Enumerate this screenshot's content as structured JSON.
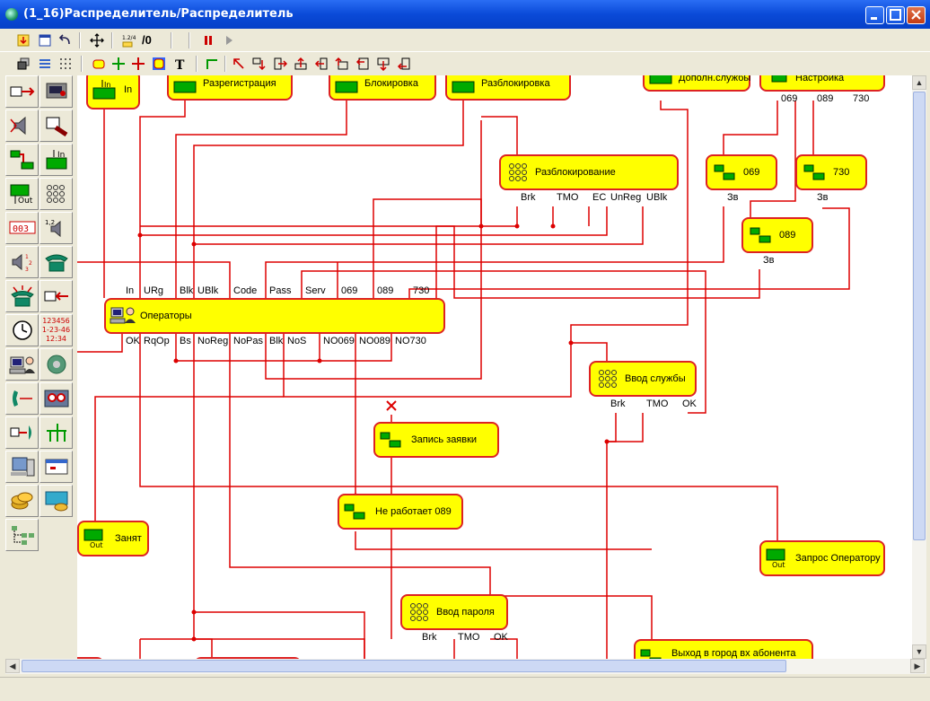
{
  "window": {
    "title": "(1_16)Распределитель/Распределитель"
  },
  "toolbar1": {
    "page_label": "/0"
  },
  "nodes": {
    "in": "In",
    "registration": "Разрегистрация",
    "block": "Блокировка",
    "unblock": "Разблокировка",
    "extra_services": "Дополн.службы",
    "setup": "Настройка",
    "unblocking": "Разблокирование",
    "n069": "069",
    "n730": "730",
    "n089": "089",
    "operators": "Операторы",
    "service_input": "Ввод службы",
    "record_request": "Запись заявки",
    "not_working_089": "Не работает 089",
    "busy": "Занят",
    "operator_request": "Запрос Оператору",
    "password_input": "Ввод пароля",
    "exit_city": "Выход в город вх абонента"
  },
  "icon_text": {
    "in": "In",
    "out": "Out",
    "counter": "003",
    "clock_nums": "123456\n1-23-46\n12:34"
  },
  "ports": {
    "setup_out": [
      "069",
      "089",
      "730"
    ],
    "unblocking_out": [
      "Brk",
      "TMO",
      "EC",
      "UnReg",
      "UBlk"
    ],
    "n069_out": "Зв",
    "n730_out": "Зв",
    "n089_out": "Зв",
    "operators_in": [
      "In",
      "URg",
      "Blk",
      "UBlk",
      "Code",
      "Pass",
      "Serv",
      "069",
      "089",
      "730"
    ],
    "operators_out": [
      "OK",
      "RqOp",
      "Bs",
      "NoReg",
      "NoPas",
      "Blk",
      "NoS",
      "NO069",
      "NO089",
      "NO730"
    ],
    "service_input_out": [
      "Brk",
      "TMO",
      "OK"
    ],
    "password_input_out": [
      "Brk",
      "TMO",
      "OK"
    ]
  },
  "colors": {
    "node_fill": "#ffff00",
    "node_border": "#dd2222",
    "wire": "#dd0000",
    "title_bar": "#0a4ad8"
  }
}
